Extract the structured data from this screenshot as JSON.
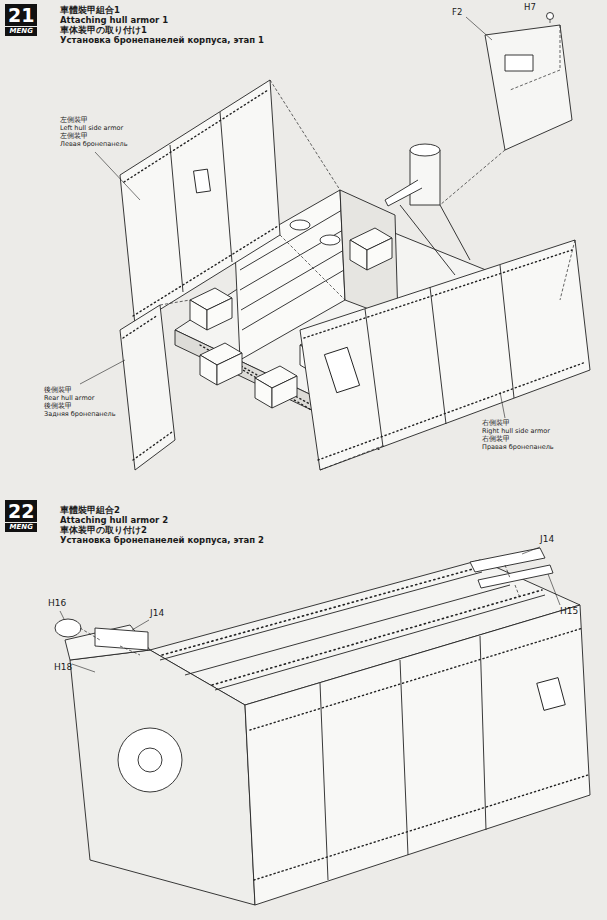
{
  "diagram": {
    "nodes": [
      {
        "text": [
          "21",
          "MENG"
        ]
      },
      {
        "text": [
          "22",
          "MENG"
        ]
      }
    ],
    "labels": [
      "車體裝甲組合1",
      "Attaching hull armor 1",
      "車体装甲の取り付け1",
      "Установка бронепанелей корпуса, этап 1",
      "左側裝甲",
      "Left hull side armor",
      "左側装甲",
      "Левая бронепанель",
      "F2",
      "H7",
      "後側裝甲",
      "Rear hull armor",
      "後側装甲",
      "Задняя бронепанель",
      "右側裝甲",
      "Right hull side armor",
      "右側装甲",
      "Правая бронепанель",
      "車體裝甲組合2",
      "Attaching hull armor 2",
      "車体装甲の取り付け2",
      "Установка бронепанелей корпуса, этап 2",
      "J14",
      "H16",
      "H18",
      "J14",
      "H15"
    ]
  }
}
